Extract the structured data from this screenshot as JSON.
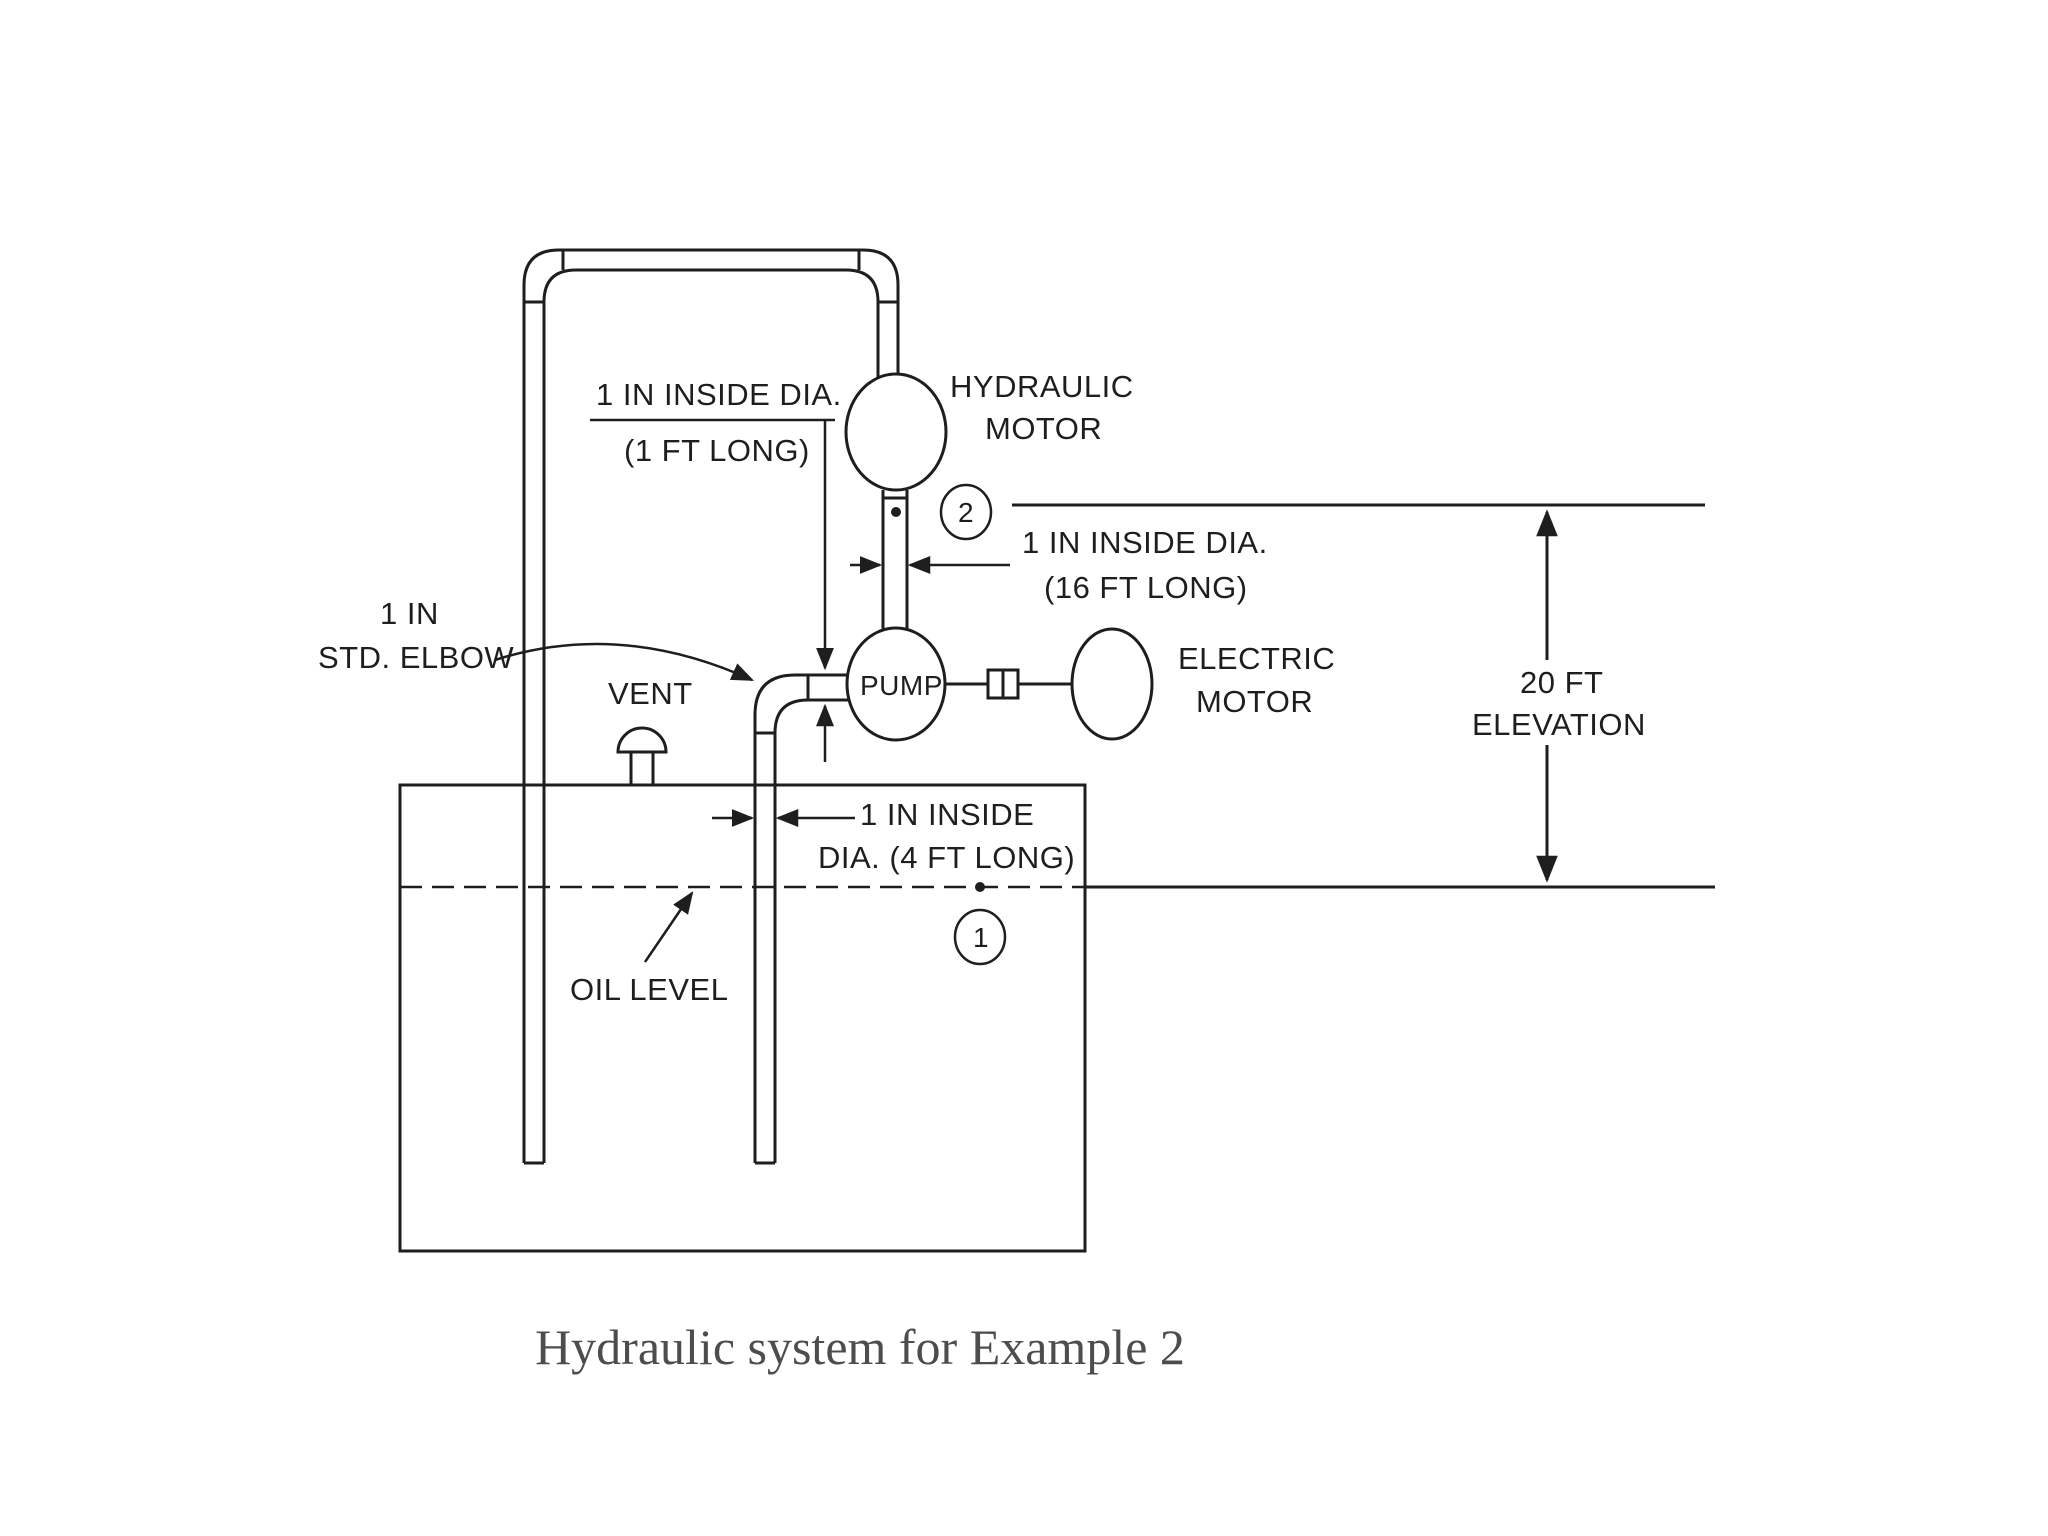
{
  "labels": {
    "top_pipe_line1": "1 IN INSIDE DIA.",
    "top_pipe_line2": "(1 FT LONG)",
    "hydraulic_motor_line1": "HYDRAULIC",
    "hydraulic_motor_line2": "MOTOR",
    "discharge_pipe_line1": "1 IN INSIDE DIA.",
    "discharge_pipe_line2": "(16 FT LONG)",
    "elbow_line1": "1 IN",
    "elbow_line2": "STD. ELBOW",
    "vent": "VENT",
    "pump": "PUMP",
    "electric_motor_line1": "ELECTRIC",
    "electric_motor_line2": "MOTOR",
    "elevation_line1": "20 FT",
    "elevation_line2": "ELEVATION",
    "suction_pipe_line1": "1 IN INSIDE",
    "suction_pipe_line2": "DIA. (4 FT LONG)",
    "oil_level": "OIL LEVEL",
    "point_1": "1",
    "point_2": "2"
  },
  "caption": "Hydraulic system for Example 2",
  "colors": {
    "line": "#1e1e1e",
    "caption": "#4d4d4d",
    "background": "#ffffff"
  }
}
